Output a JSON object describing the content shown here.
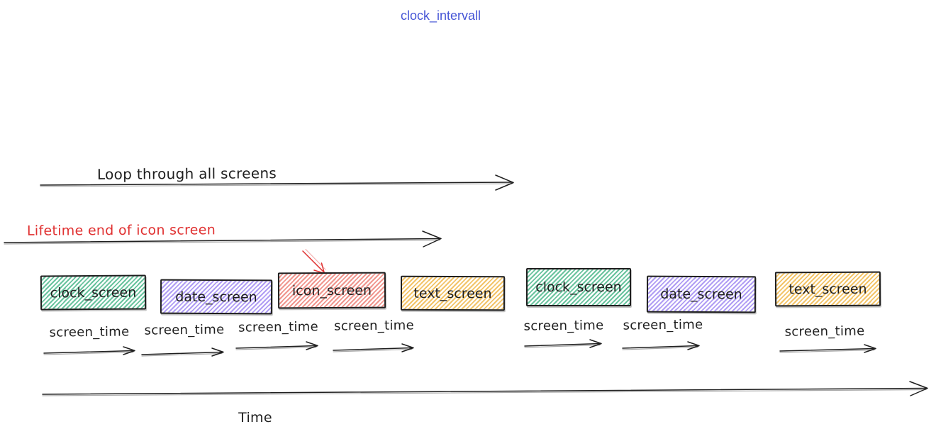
{
  "title": {
    "text": "clock_intervall",
    "color": "#4656d6"
  },
  "annotations": {
    "loop_label": "Loop through all screens",
    "lifetime_label": "Lifetime end of icon screen",
    "time_label": "Time",
    "screen_time_label": "screen_time"
  },
  "screens": [
    {
      "label": "clock_screen",
      "fill": "#69c39e"
    },
    {
      "label": "date_screen",
      "fill": "#b09df4"
    },
    {
      "label": "icon_screen",
      "fill": "#f0958d"
    },
    {
      "label": "text_screen",
      "fill": "#f3c468"
    },
    {
      "label": "clock_screen",
      "fill": "#69c39e"
    },
    {
      "label": "date_screen",
      "fill": "#b09df4"
    },
    {
      "label": "text_screen",
      "fill": "#f3c468"
    }
  ],
  "colors": {
    "stroke": "#1e1e1e",
    "accent_red": "#e03131",
    "title_blue": "#4656d6",
    "teal": "#69c39e",
    "purple": "#b09df4",
    "red": "#f0958d",
    "yellow": "#f3c468"
  }
}
